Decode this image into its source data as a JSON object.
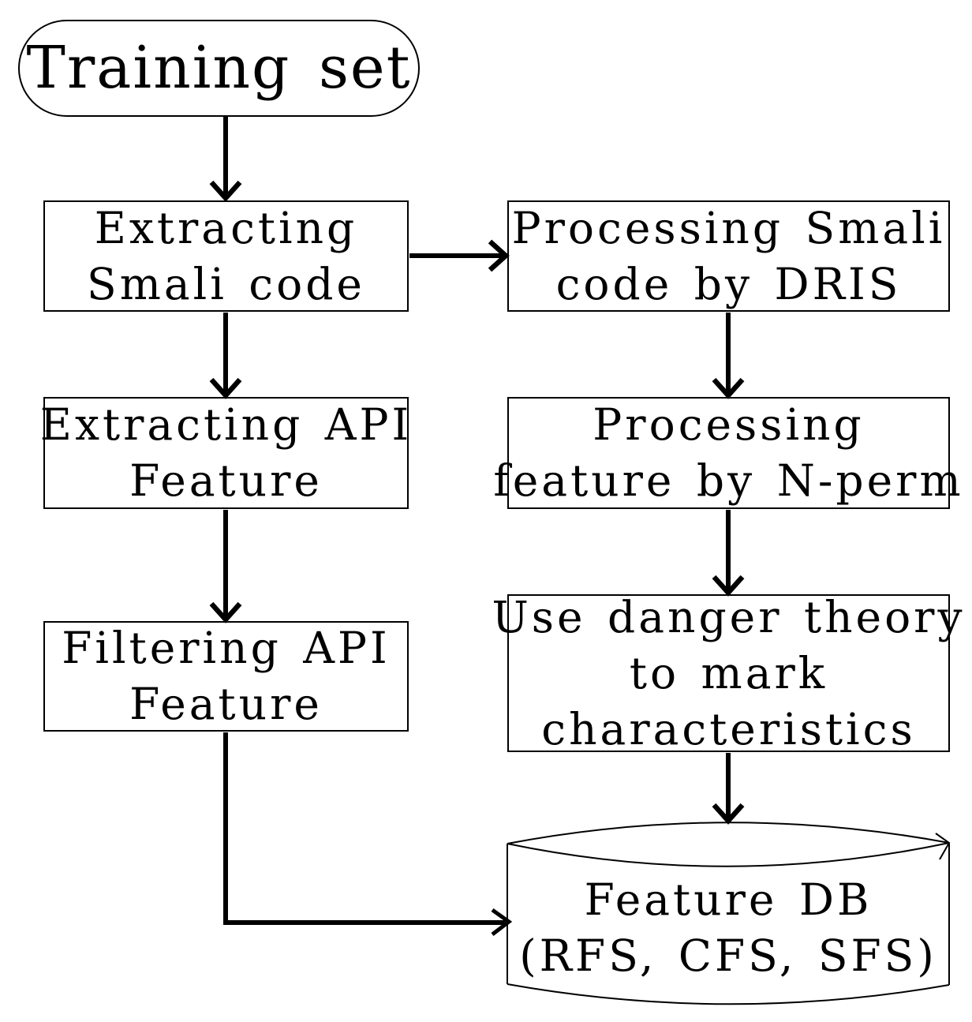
{
  "colors": {
    "ink": "#000000",
    "paper": "#ffffff"
  },
  "nodes": {
    "training_set": {
      "shape": "stadium",
      "label": "Training set",
      "lines": [
        "Training set"
      ]
    },
    "extracting_smali": {
      "shape": "rect",
      "label": "Extracting Smali code",
      "lines": [
        "Extracting",
        "Smali code"
      ]
    },
    "processing_smali": {
      "shape": "rect",
      "label": "Processing Smali code by DRIS",
      "lines": [
        "Processing Smali",
        "code by DRIS"
      ]
    },
    "extracting_api": {
      "shape": "rect",
      "label": "Extracting API Feature",
      "lines": [
        "Extracting API",
        "Feature"
      ]
    },
    "processing_feature": {
      "shape": "rect",
      "label": "Processing feature by N-perm",
      "lines": [
        "Processing",
        "feature by N-perm"
      ]
    },
    "filtering_api": {
      "shape": "rect",
      "label": "Filtering API Feature",
      "lines": [
        "Filtering API",
        "Feature"
      ]
    },
    "danger_theory": {
      "shape": "rect",
      "label": "Use danger theory to mark characteristics",
      "lines": [
        "Use danger theory",
        "to mark",
        "characteristics"
      ]
    },
    "feature_db": {
      "shape": "cylinder",
      "label": "Feature DB (RFS, CFS, SFS)",
      "lines": [
        "Feature DB",
        "(RFS, CFS, SFS)"
      ]
    }
  },
  "edges": [
    {
      "from": "training_set",
      "to": "extracting_smali"
    },
    {
      "from": "extracting_smali",
      "to": "processing_smali"
    },
    {
      "from": "extracting_smali",
      "to": "extracting_api"
    },
    {
      "from": "extracting_api",
      "to": "filtering_api"
    },
    {
      "from": "processing_smali",
      "to": "processing_feature"
    },
    {
      "from": "processing_feature",
      "to": "danger_theory"
    },
    {
      "from": "danger_theory",
      "to": "feature_db"
    },
    {
      "from": "filtering_api",
      "to": "feature_db"
    }
  ]
}
